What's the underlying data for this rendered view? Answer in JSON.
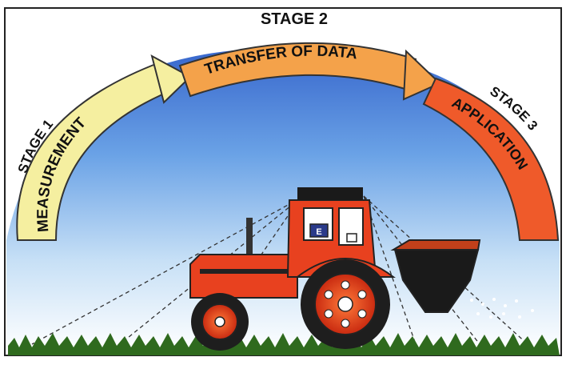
{
  "stages": [
    {
      "title": "STAGE 1",
      "label": "MEASUREMENT"
    },
    {
      "title": "STAGE 2",
      "label": "TRANSFER OF DATA"
    },
    {
      "title": "STAGE 3",
      "label": "APPLICATION"
    }
  ],
  "colors": {
    "sky_top": "#3f6fd0",
    "sky_bottom": "#ffffff",
    "stage1": "#f5efa0",
    "stage2": "#f4a24a",
    "stage3": "#ef5a2a",
    "tractor": "#e8411f",
    "grass": "#2f6a1e"
  },
  "tractor_labels": {
    "screen": "E"
  }
}
